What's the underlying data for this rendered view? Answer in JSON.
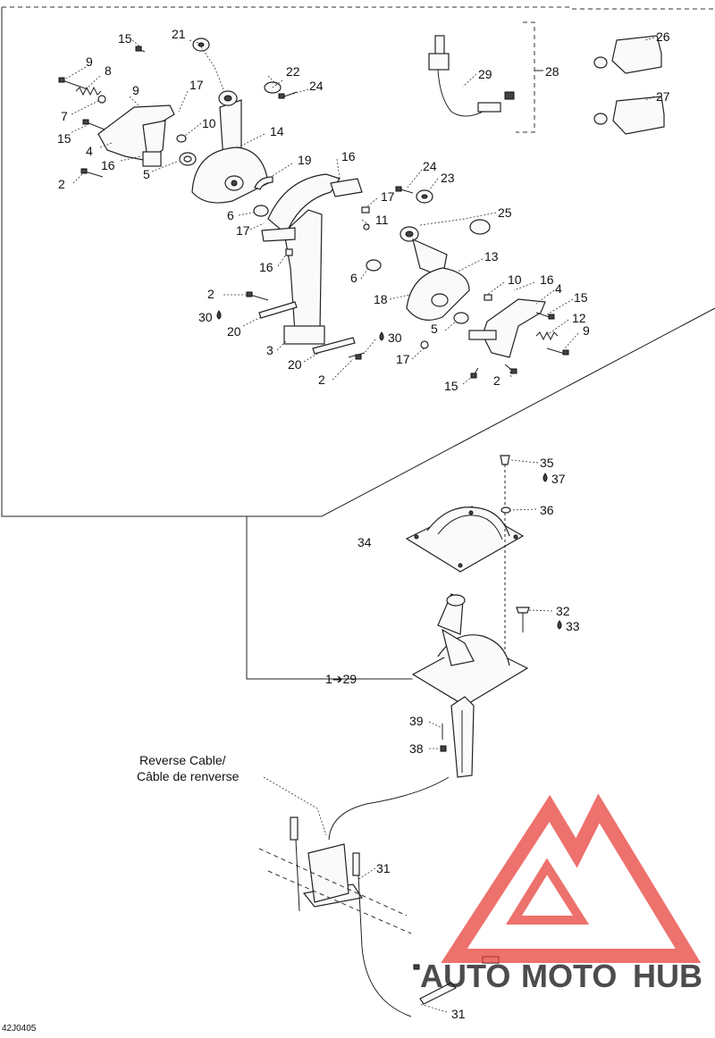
{
  "diagram": {
    "drawing_code": "42J0405",
    "reverse_cable_label_en": "Reverse Cable/",
    "reverse_cable_label_fr": "Câble de renverse",
    "watermark_brand_part1": "AUTO",
    "watermark_brand_part2": "MOTO",
    "watermark_brand_part3": "HUB",
    "colors": {
      "line": "#222222",
      "watermark_red": "#e8423c",
      "watermark_orange": "#f2a33a",
      "watermark_gray": "#8a8a8a"
    },
    "callouts": [
      {
        "id": "c15a",
        "text": "15"
      },
      {
        "id": "c21",
        "text": "21"
      },
      {
        "id": "c9a",
        "text": "9"
      },
      {
        "id": "c8",
        "text": "8"
      },
      {
        "id": "c9b",
        "text": "9"
      },
      {
        "id": "c7",
        "text": "7"
      },
      {
        "id": "c17a",
        "text": "17"
      },
      {
        "id": "c22",
        "text": "22"
      },
      {
        "id": "c24a",
        "text": "24"
      },
      {
        "id": "c10a",
        "text": "10"
      },
      {
        "id": "c14",
        "text": "14"
      },
      {
        "id": "c15b",
        "text": "15"
      },
      {
        "id": "c4a",
        "text": "4"
      },
      {
        "id": "c16a",
        "text": "16"
      },
      {
        "id": "c5a",
        "text": "5"
      },
      {
        "id": "c2a",
        "text": "2"
      },
      {
        "id": "c19",
        "text": "19"
      },
      {
        "id": "c16b",
        "text": "16"
      },
      {
        "id": "c17b",
        "text": "17"
      },
      {
        "id": "c6a",
        "text": "6"
      },
      {
        "id": "c17c",
        "text": "17"
      },
      {
        "id": "c11",
        "text": "11"
      },
      {
        "id": "c16c",
        "text": "16"
      },
      {
        "id": "c24b",
        "text": "24"
      },
      {
        "id": "c23",
        "text": "23"
      },
      {
        "id": "c25",
        "text": "25"
      },
      {
        "id": "c13",
        "text": "13"
      },
      {
        "id": "c6b",
        "text": "6"
      },
      {
        "id": "c18",
        "text": "18"
      },
      {
        "id": "c10b",
        "text": "10"
      },
      {
        "id": "c16d",
        "text": "16"
      },
      {
        "id": "c4b",
        "text": "4"
      },
      {
        "id": "c15c",
        "text": "15"
      },
      {
        "id": "c12",
        "text": "12"
      },
      {
        "id": "c9c",
        "text": "9"
      },
      {
        "id": "c2b",
        "text": "2"
      },
      {
        "id": "c30a",
        "text": "30"
      },
      {
        "id": "c20a",
        "text": "20"
      },
      {
        "id": "c3",
        "text": "3"
      },
      {
        "id": "c20b",
        "text": "20"
      },
      {
        "id": "c30b",
        "text": "30"
      },
      {
        "id": "c2c",
        "text": "2"
      },
      {
        "id": "c5b",
        "text": "5"
      },
      {
        "id": "c17d",
        "text": "17"
      },
      {
        "id": "c15d",
        "text": "15"
      },
      {
        "id": "c2d",
        "text": "2"
      },
      {
        "id": "c29",
        "text": "29"
      },
      {
        "id": "c28",
        "text": "28"
      },
      {
        "id": "c26",
        "text": "26"
      },
      {
        "id": "c27",
        "text": "27"
      },
      {
        "id": "c35",
        "text": "35"
      },
      {
        "id": "c37",
        "text": "37"
      },
      {
        "id": "c36",
        "text": "36"
      },
      {
        "id": "c34",
        "text": "34"
      },
      {
        "id": "c32",
        "text": "32"
      },
      {
        "id": "c33",
        "text": "33"
      },
      {
        "id": "c1to29",
        "text": "1➔29"
      },
      {
        "id": "c39",
        "text": "39"
      },
      {
        "id": "c38",
        "text": "38"
      },
      {
        "id": "c31a",
        "text": "31"
      },
      {
        "id": "c31b",
        "text": "31"
      }
    ]
  }
}
